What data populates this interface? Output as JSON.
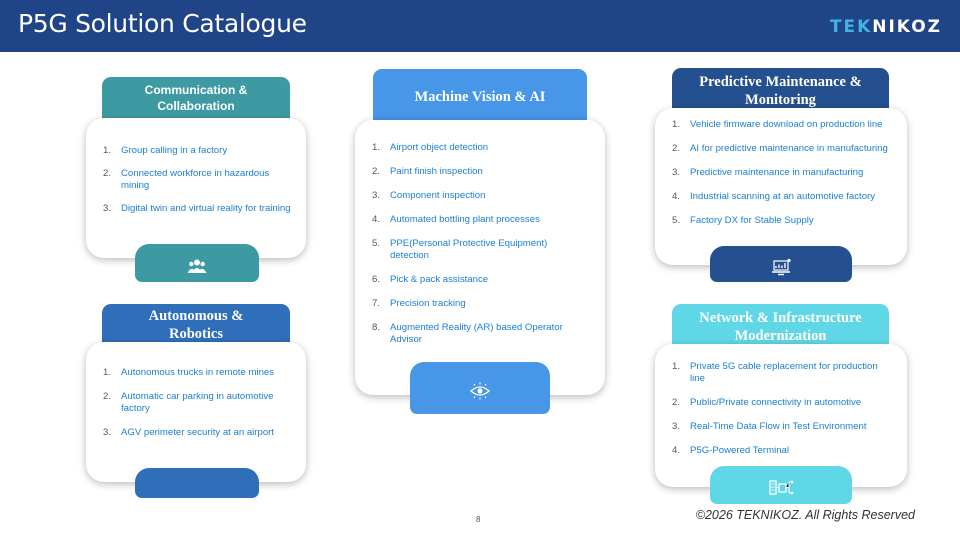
{
  "header": {
    "title": "P5G Solution Catalogue",
    "logo": {
      "part1": "TEK",
      "part2": "NIKOZ"
    },
    "colors": {
      "bar": "#1f4487",
      "logo_accent": "#41b3e6"
    }
  },
  "cards": {
    "communication": {
      "title": "Communication & Collaboration",
      "color": "#3e9aa2",
      "icon": "people-group-icon",
      "items": [
        {
          "num": "1.",
          "text": "Group calling in a factory"
        },
        {
          "num": "2.",
          "text": "Connected workforce in hazardous mining"
        },
        {
          "num": "3.",
          "text": "Digital twin and virtual reality for training"
        }
      ]
    },
    "autonomous": {
      "title": "Autonomous & Robotics",
      "color": "#2f6fba",
      "icon": "",
      "items": [
        {
          "num": "1.",
          "text": "Autonomous trucks in remote mines"
        },
        {
          "num": "2.",
          "text": "Automatic car parking in automotive factory"
        },
        {
          "num": "3.",
          "text": "AGV perimeter security at an airport"
        }
      ]
    },
    "vision": {
      "title": "Machine Vision & AI",
      "color": "#4796e8",
      "icon": "eye-scan-icon",
      "items": [
        {
          "num": "1.",
          "text": "Airport object detection"
        },
        {
          "num": "2.",
          "text": "Paint finish inspection"
        },
        {
          "num": "3.",
          "text": "Component inspection"
        },
        {
          "num": "4.",
          "text": "Automated bottling plant processes"
        },
        {
          "num": "5.",
          "text": "PPE(Personal Protective Equipment) detection"
        },
        {
          "num": "6.",
          "text": "Pick & pack assistance"
        },
        {
          "num": "7.",
          "text": "Precision tracking"
        },
        {
          "num": "8.",
          "text": "Augmented Reality (AR) based Operator Advisor"
        }
      ]
    },
    "predictive": {
      "title": "Predictive Maintenance & Monitoring",
      "color": "#24508f",
      "icon": "analytics-monitor-icon",
      "items": [
        {
          "num": "1.",
          "text": "Vehicle firmware download on production line"
        },
        {
          "num": "2.",
          "text": "AI for predictive maintenance in manufacturing"
        },
        {
          "num": "3.",
          "text": "Predictive maintenance in manufacturing"
        },
        {
          "num": "4.",
          "text": "Industrial scanning at an automotive factory"
        },
        {
          "num": "5.",
          "text": "Factory DX for Stable Supply"
        }
      ]
    },
    "network": {
      "title": "Network & Infrastructure Modernization",
      "color": "#5fd7e6",
      "icon": "network-infrastructure-icon",
      "items": [
        {
          "num": "1.",
          "text": "Private 5G cable replacement for production line"
        },
        {
          "num": "2.",
          "text": "Public/Private connectivity in automotive"
        },
        {
          "num": "3.",
          "text": "Real-Time Data Flow in Test Environment"
        },
        {
          "num": "4.",
          "text": "P5G-Powered Terminal"
        }
      ]
    }
  },
  "footer": {
    "page_number": "8",
    "copyright": "©2026 TEKNIKOZ. All Rights Reserved"
  }
}
